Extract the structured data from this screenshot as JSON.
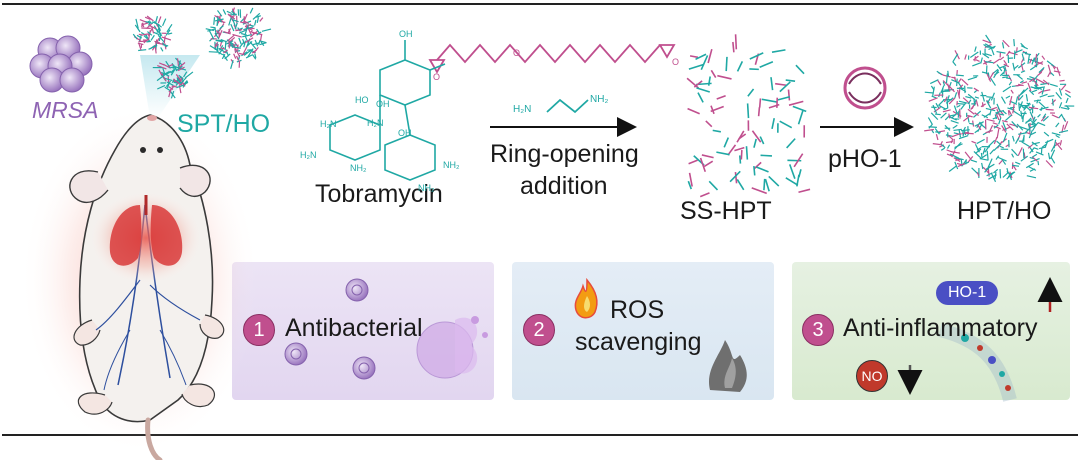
{
  "labels": {
    "mrsa": "MRSA",
    "spt_ho": "SPT/HO",
    "tobramycin": "Tobramycin",
    "reaction_line1": "Ring-opening",
    "reaction_line2": "addition",
    "ss_hpt": "SS-HPT",
    "pho1": "pHO-1",
    "hpt_ho": "HPT/HO"
  },
  "chemistry": {
    "amine_left": "H₂N",
    "amine_right": "NH₂",
    "tobra_oh": [
      "OH",
      "OH",
      "HO",
      "OH"
    ],
    "tobra_nh": [
      "H₂N",
      "H₂N",
      "NH₂",
      "NH₂",
      "NH₂",
      "H₂N"
    ],
    "ring_o": [
      "O",
      "O",
      "O"
    ]
  },
  "panels": [
    {
      "number": "1",
      "label": "Antibacterial"
    },
    {
      "number": "2",
      "label_line1": "ROS",
      "label_line2": "scavenging"
    },
    {
      "number": "3",
      "label": "Anti-inflammatory",
      "badge_up": "HO-1",
      "badge_down": "NO"
    }
  ],
  "colors": {
    "teal": "#1fa8a4",
    "magenta": "#c04f8e",
    "lavender": "#e7ddf2",
    "lightblue": "#dde9f3",
    "lightgreen": "#dfeedb",
    "mrsa_text": "#8e63b3",
    "ho1_badge": "#4a4fc4",
    "no_badge": "#c0392b",
    "arrow_up": "#b02020"
  },
  "icons": [
    "mouse-illustration",
    "bacteria-cluster-icon",
    "nanoparticle-icon",
    "plasmid-icon",
    "flame-icon",
    "smoke-icon",
    "lung-icon"
  ]
}
